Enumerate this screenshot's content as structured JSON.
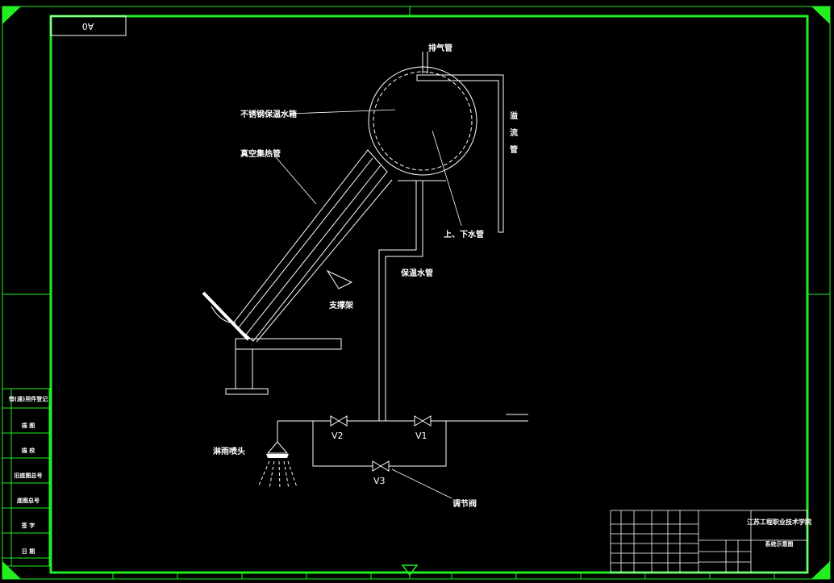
{
  "drawing_id": "A0",
  "colors": {
    "frame": "#22ee22",
    "line": "#ffffff",
    "background": "#000000"
  },
  "labels": {
    "exhaust_pipe": "排气管",
    "water_tank": "不锈钢保温水箱",
    "overflow_pipe_chars": [
      "溢",
      "流",
      "管"
    ],
    "vacuum_tube": "真空集热管",
    "inlet_outlet_pipe": "上、下水管",
    "insulated_pipe": "保温水管",
    "support_frame": "支撑架",
    "shower_head": "淋雨喷头",
    "regulating_valve": "调节阀",
    "valve_v1": "V1",
    "valve_v2": "V2",
    "valve_v3": "V3"
  },
  "side_panel": [
    "借(通)用件登记",
    "描  图",
    "描  校",
    "旧底图总号",
    "底图总号",
    "签  字",
    "日  期"
  ],
  "title_block": {
    "school": "江苏工程职业技术学院",
    "drawing_name": "系统示意图"
  }
}
